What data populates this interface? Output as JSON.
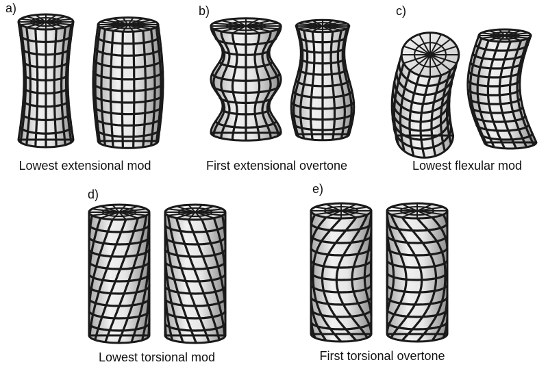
{
  "panels": [
    {
      "letter": "a)",
      "caption": "Lowest extensional mod",
      "mode": "extensional"
    },
    {
      "letter": "b)",
      "caption": "First extensional overtone",
      "mode": "extensional-overtone"
    },
    {
      "letter": "c)",
      "caption": "Lowest flexular mod",
      "mode": "flexural"
    },
    {
      "letter": "d)",
      "caption": "Lowest torsional mod",
      "mode": "torsional"
    },
    {
      "letter": "e)",
      "caption": "First torsional overtone",
      "mode": "torsional-overtone"
    }
  ],
  "colors": {
    "surface_light": "#f2f2f2",
    "surface_dark": "#9a9a9a",
    "grid_line": "#1a1a1a",
    "text": "#111111"
  }
}
